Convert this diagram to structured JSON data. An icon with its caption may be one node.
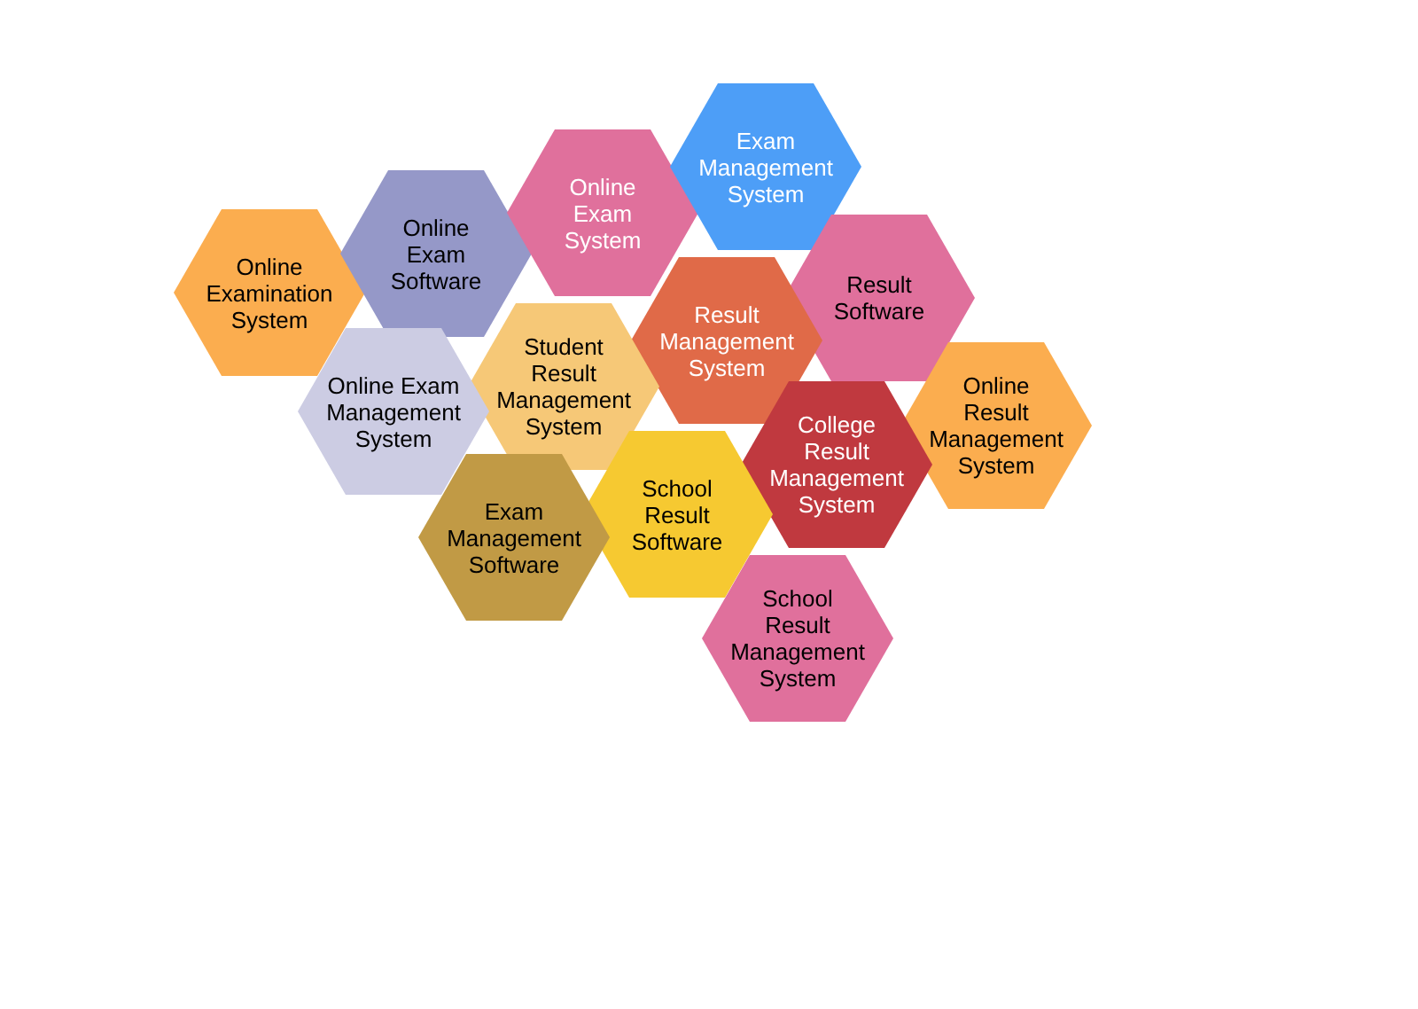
{
  "diagram": {
    "nodes": [
      {
        "text": [
          "Online Examination System"
        ]
      },
      {
        "text": [
          "Online Exam Software"
        ]
      },
      {
        "text": [
          "Online Exam System"
        ]
      },
      {
        "text": [
          "Exam Management System"
        ]
      },
      {
        "text": [
          "Result Software"
        ]
      },
      {
        "text": [
          "Result Management System"
        ]
      },
      {
        "text": [
          "Student Result Management System"
        ]
      },
      {
        "text": [
          "Online Exam Management System"
        ]
      },
      {
        "text": [
          "Online Result Management System"
        ]
      },
      {
        "text": [
          "College Result Management System"
        ]
      },
      {
        "text": [
          "School Result Software"
        ]
      },
      {
        "text": [
          "Exam Management Software"
        ]
      },
      {
        "text": [
          "School Result Management System"
        ]
      }
    ]
  }
}
